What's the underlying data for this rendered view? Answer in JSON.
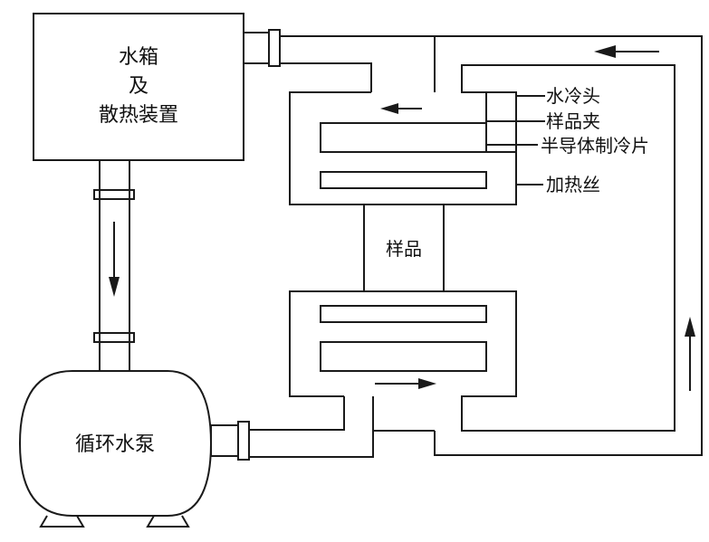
{
  "tank": {
    "line1": "水箱",
    "line2": "及",
    "line3": "散热装置"
  },
  "pump": {
    "label": "循环水泵"
  },
  "sample": {
    "label": "样品"
  },
  "callouts": {
    "water_cooling_head": "水冷头",
    "sample_clamp": "样品夹",
    "peltier": "半导体制冷片",
    "heating_wire": "加热丝"
  },
  "colors": {
    "line": "#1a1a1a",
    "background": "#ffffff"
  }
}
